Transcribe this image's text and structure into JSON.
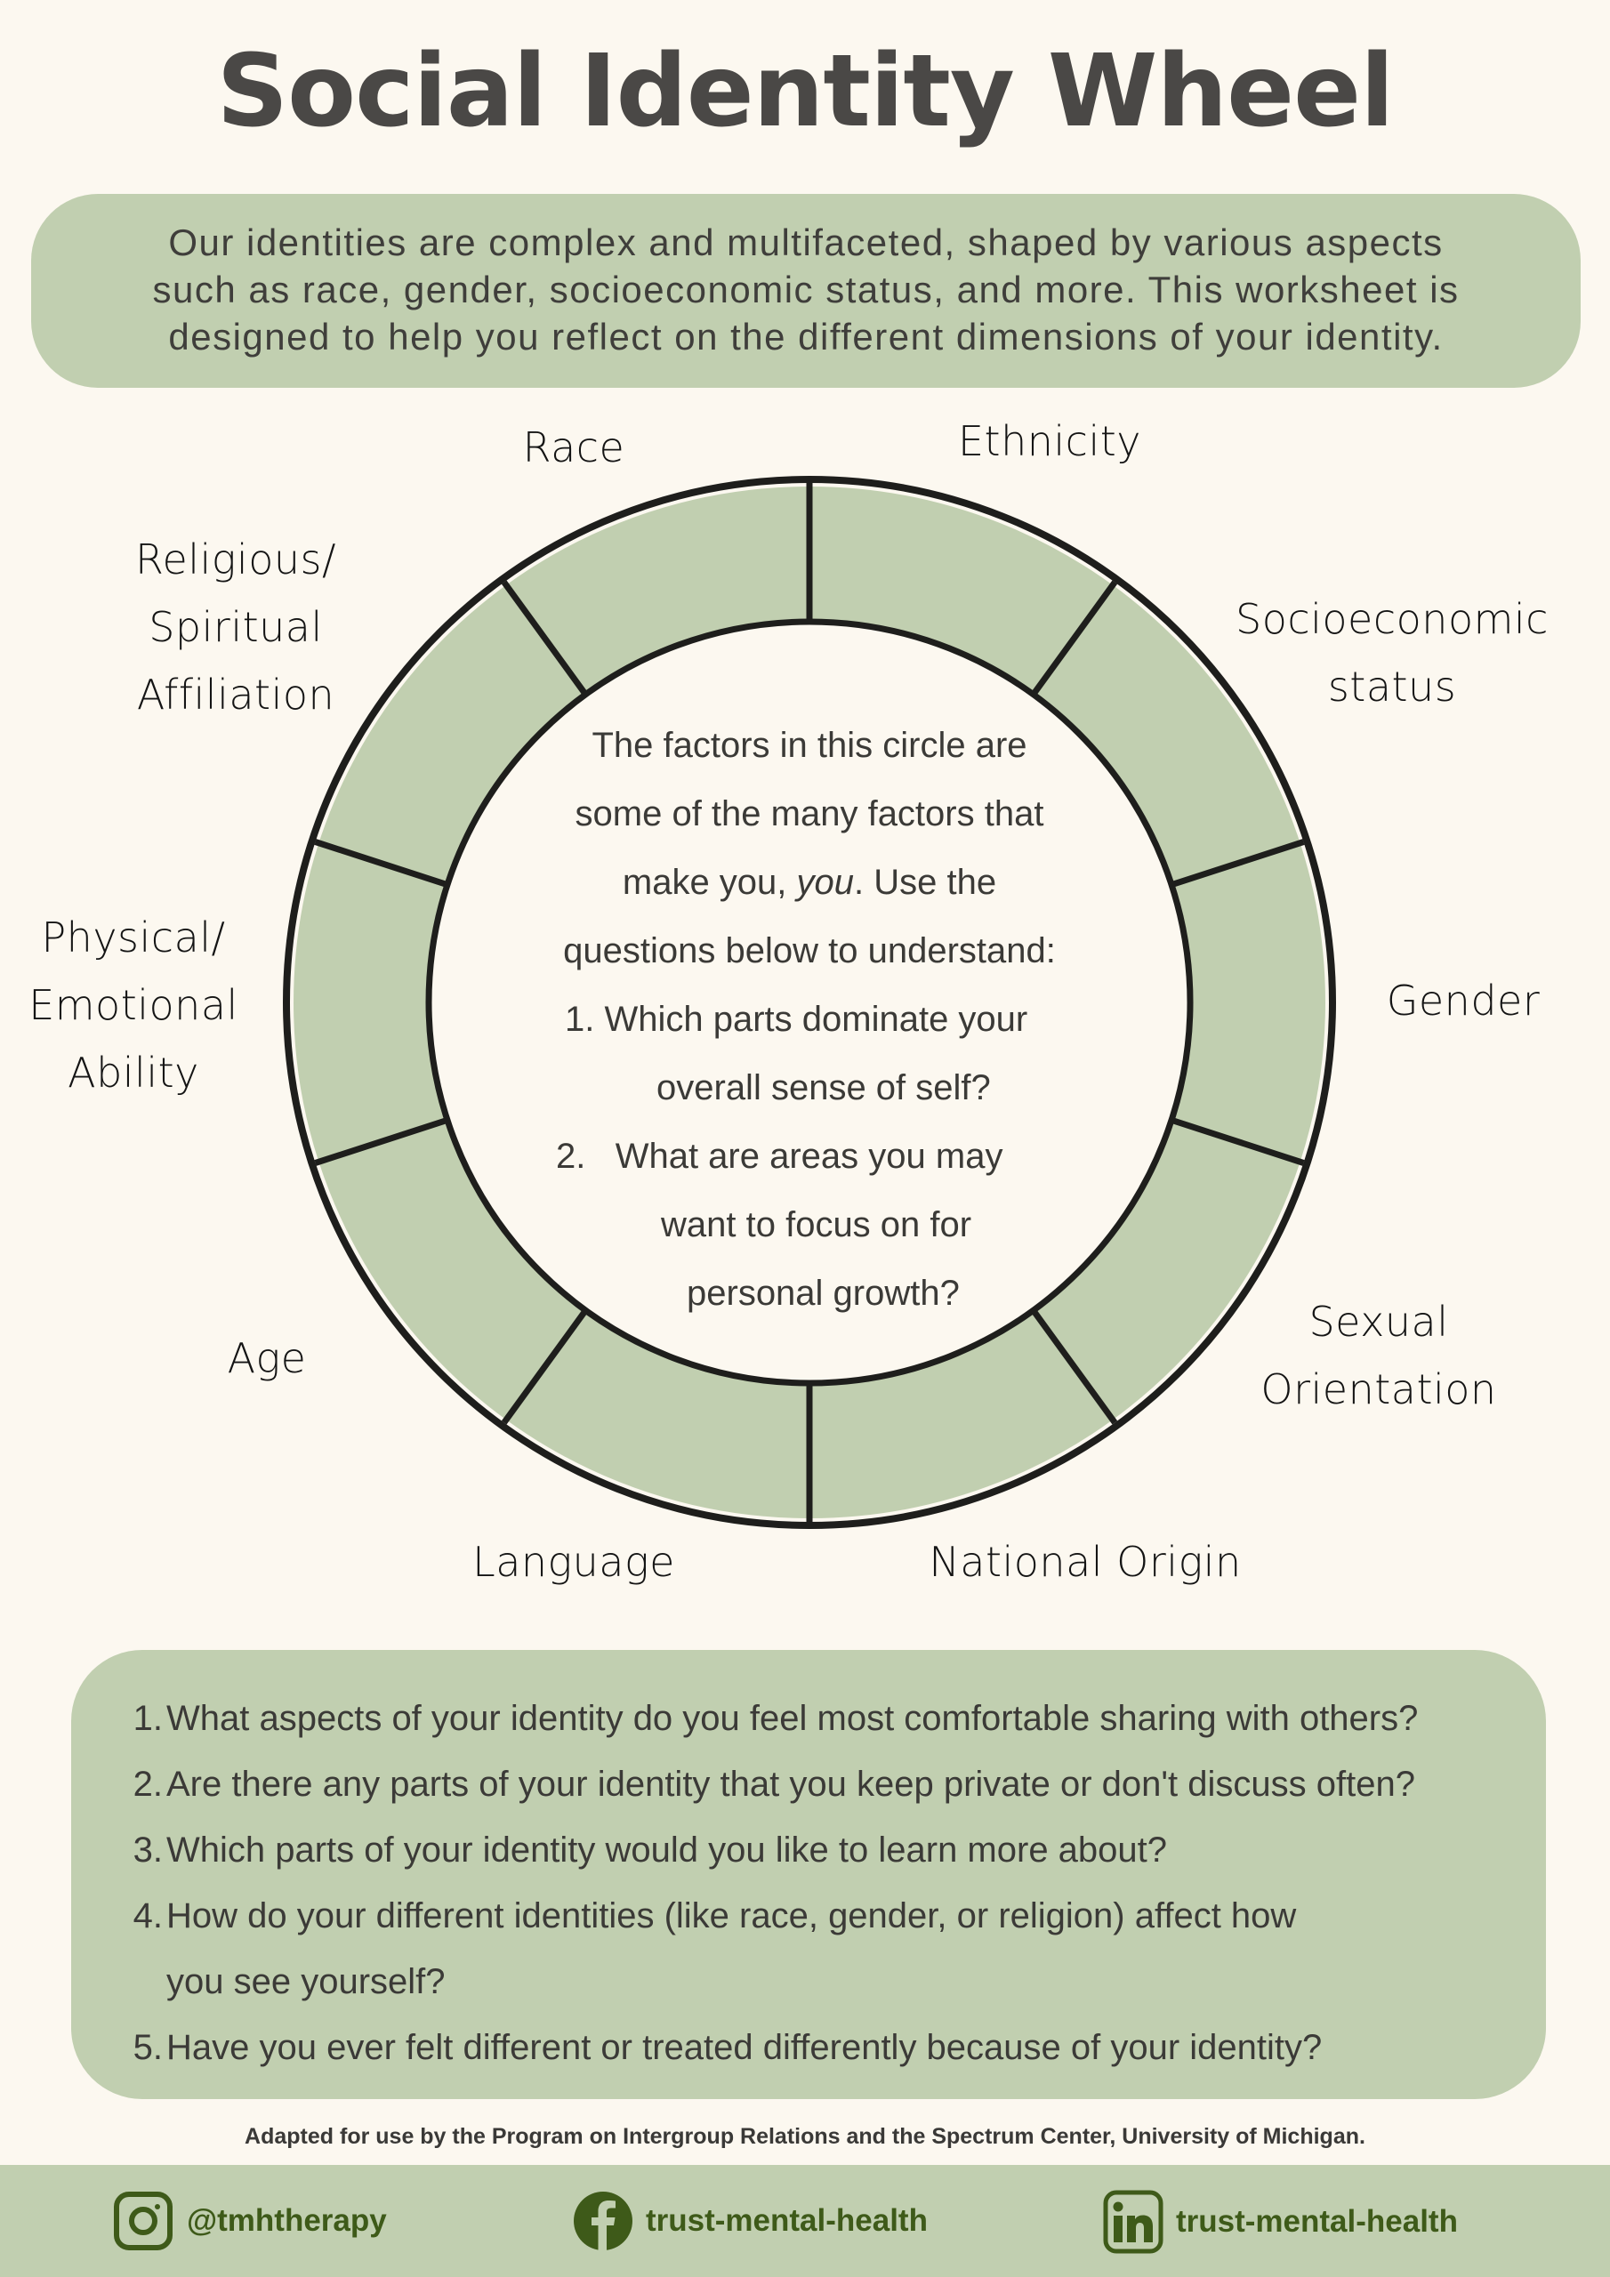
{
  "title": "Social Identity Wheel",
  "intro": {
    "lines": [
      "Our identities are complex and multifaceted, shaped by various aspects",
      "such as race, gender, socioeconomic status, and more. This worksheet is",
      "designed to help you reflect on the different dimensions of your identity."
    ]
  },
  "wheel": {
    "segments": 10,
    "colors": {
      "fill": "#c1cfb0",
      "stroke": "#1e1e1c",
      "background": "#fcf8f0"
    },
    "labels": {
      "race": "Race",
      "ethnicity": "Ethnicity",
      "socioeconomic": "Socioeconomic\nstatus",
      "gender": "Gender",
      "sexual_orientation": "Sexual\nOrientation",
      "national_origin": "National Origin",
      "language": "Language",
      "age": "Age",
      "physical_emotional": "Physical/\nEmotional\nAbility",
      "religious": "Religious/\nSpiritual\nAffiliation"
    },
    "center": {
      "line1": "The factors in this circle are",
      "line2": "some of the many factors that",
      "line3_pre": "make you, ",
      "line3_em": "you",
      "line3_post": ". Use the",
      "line4": "questions below to understand:",
      "q1_num": "1.",
      "q1_a": "Which parts dominate your",
      "q1_b": "overall sense of self?",
      "q2_num": "2.",
      "q2_a": "What are areas you may",
      "q2_b": "want to focus on for",
      "q2_c": "personal growth?"
    }
  },
  "questions": [
    {
      "num": "1.",
      "text": "What aspects of your identity do you feel most comfortable sharing with others?"
    },
    {
      "num": "2.",
      "text": "Are there any parts of your identity that you keep private or don't discuss often?"
    },
    {
      "num": "3.",
      "text": "Which parts of your identity would you like to learn more about?"
    },
    {
      "num": "4.",
      "text": "How do your different identities (like race, gender, or religion) affect how you see yourself?"
    },
    {
      "num": "5.",
      "text": "Have you ever felt different or treated differently because of your identity?"
    }
  ],
  "credit": "Adapted for use by the Program on Intergroup Relations and the Spectrum Center, University of Michigan.",
  "footer": {
    "accent": "#3e5a19",
    "instagram": {
      "icon": "instagram-icon",
      "handle": "@tmhtherapy"
    },
    "facebook": {
      "icon": "facebook-icon",
      "handle": "trust-mental-health"
    },
    "linkedin": {
      "icon": "linkedin-icon",
      "handle": "trust-mental-health"
    }
  }
}
